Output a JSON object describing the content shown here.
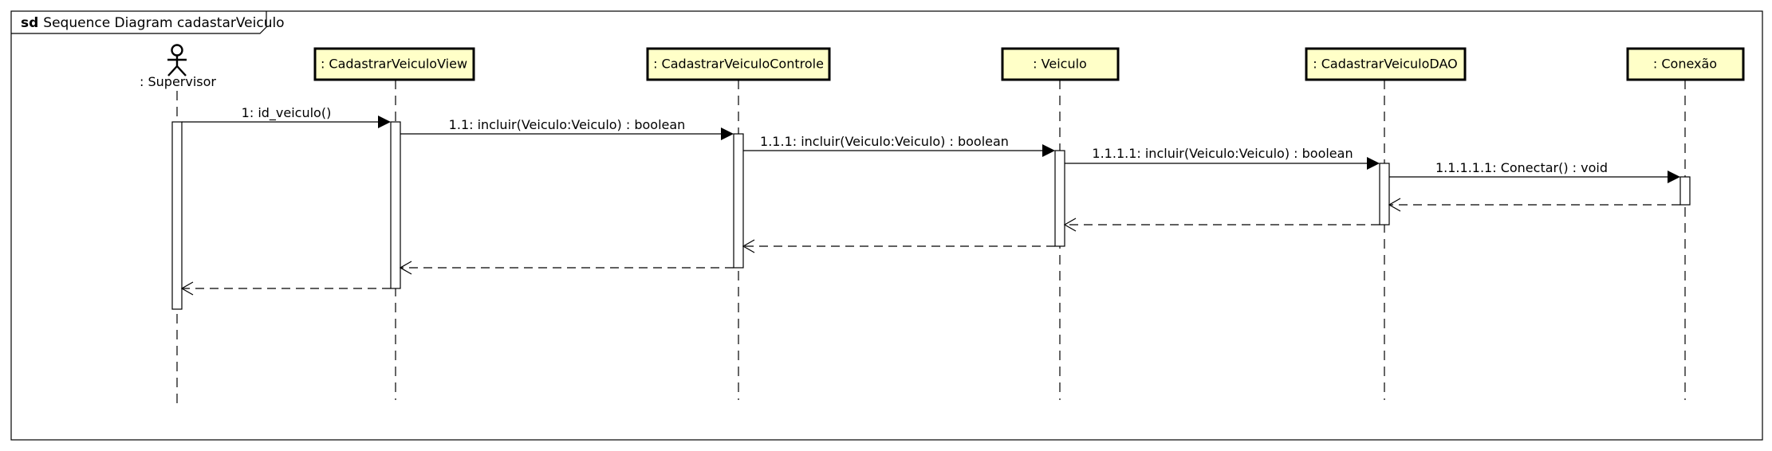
{
  "frame": {
    "keyword": "sd",
    "title": "Sequence Diagram cadastarVeiculo"
  },
  "actor": {
    "label": ": Supervisor",
    "icon": "stick-figure-icon"
  },
  "lifelines": [
    {
      "id": "view",
      "label": ": CadastrarVeiculoView"
    },
    {
      "id": "controle",
      "label": ": CadastrarVeiculoControle"
    },
    {
      "id": "veiculo",
      "label": ": Veiculo"
    },
    {
      "id": "dao",
      "label": ": CadastrarVeiculoDAO"
    },
    {
      "id": "conexao",
      "label": ": Conexão"
    }
  ],
  "messages": [
    {
      "id": "m1",
      "label": "1: id_veiculo()",
      "from": "supervisor",
      "to": "view",
      "kind": "call"
    },
    {
      "id": "m2",
      "label": "1.1: incluir(Veiculo:Veiculo) : boolean",
      "from": "view",
      "to": "controle",
      "kind": "call"
    },
    {
      "id": "m3",
      "label": "1.1.1: incluir(Veiculo:Veiculo) : boolean",
      "from": "controle",
      "to": "veiculo",
      "kind": "call"
    },
    {
      "id": "m4",
      "label": "1.1.1.1: incluir(Veiculo:Veiculo) : boolean",
      "from": "veiculo",
      "to": "dao",
      "kind": "call"
    },
    {
      "id": "m5",
      "label": "1.1.1.1.1: Conectar() : void",
      "from": "dao",
      "to": "conexao",
      "kind": "call"
    },
    {
      "id": "r5",
      "label": "",
      "from": "conexao",
      "to": "dao",
      "kind": "return"
    },
    {
      "id": "r4",
      "label": "",
      "from": "dao",
      "to": "veiculo",
      "kind": "return"
    },
    {
      "id": "r3",
      "label": "",
      "from": "veiculo",
      "to": "controle",
      "kind": "return"
    },
    {
      "id": "r2",
      "label": "",
      "from": "controle",
      "to": "view",
      "kind": "return"
    },
    {
      "id": "r1",
      "label": "",
      "from": "view",
      "to": "supervisor",
      "kind": "return"
    }
  ]
}
